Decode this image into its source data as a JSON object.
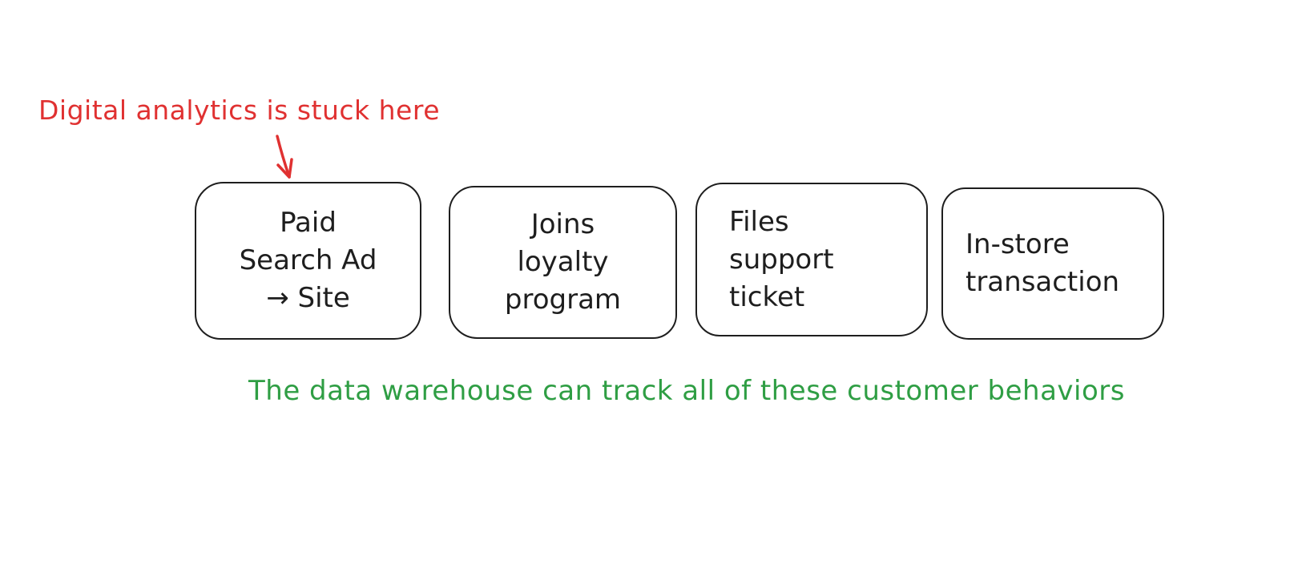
{
  "canvas": {
    "background": "#ffffff"
  },
  "annotation": {
    "label": "Digital analytics is stuck here",
    "color": "#e03131",
    "arrow_icon": "red-arrow-pointing-down-to-first-box"
  },
  "boxes": [
    {
      "id": "paid-search-ad",
      "lines": [
        "Paid",
        "Search Ad",
        "→ Site"
      ]
    },
    {
      "id": "joins-loyalty-program",
      "lines": [
        "Joins",
        "loyalty",
        "program"
      ]
    },
    {
      "id": "files-support-ticket",
      "lines": [
        "Files",
        "support",
        "ticket"
      ]
    },
    {
      "id": "in-store-transaction",
      "lines": [
        "In-store",
        "transaction"
      ]
    }
  ],
  "caption": {
    "label": "The data warehouse can track all of these customer behaviors",
    "color": "#2f9e44"
  },
  "colors": {
    "stroke": "#1e1e1e",
    "annotation_red": "#e03131",
    "caption_green": "#2f9e44",
    "background": "#ffffff"
  }
}
